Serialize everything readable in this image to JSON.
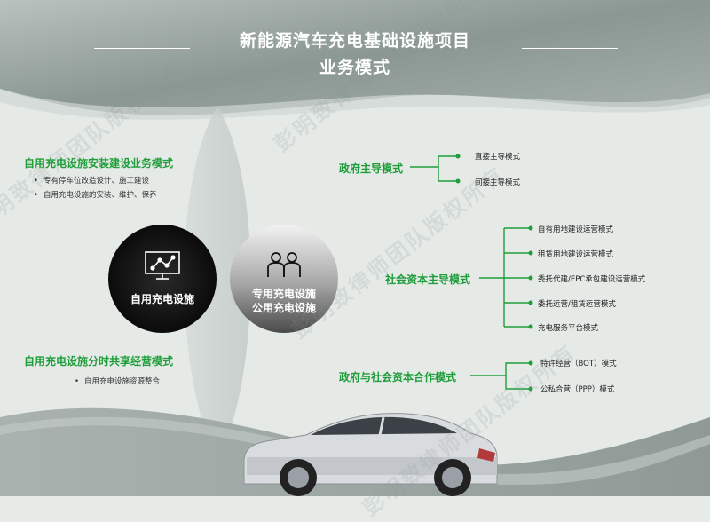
{
  "title": {
    "line1": "新能源汽车充电基础设施项目",
    "line2": "业务模式"
  },
  "watermark": "彭明致律师团队版权所有",
  "left": {
    "section1": {
      "title": "自用充电设施安装建设业务模式",
      "bullets": [
        "专有停车位改造设计、施工建设",
        "自用充电设施的安装、维护、保养"
      ]
    },
    "section2": {
      "title": "自用充电设施分时共享经营模式",
      "bullets": [
        "自用充电设施资源整合"
      ]
    }
  },
  "circles": {
    "private": {
      "label": "自用充电设施",
      "icon": "presentation-board-icon"
    },
    "public": {
      "label_line1": "专用充电设施",
      "label_line2": "公用充电设施",
      "icon": "people-icon"
    }
  },
  "right": {
    "gov": {
      "title": "政府主导模式",
      "items": [
        "直接主导模式",
        "间接主导模式"
      ]
    },
    "social": {
      "title": "社会资本主导模式",
      "items": [
        "自有用地建设运营模式",
        "租赁用地建设运营模式",
        "委托代建/EPC承包建设运营模式",
        "委托运营/租赁运营模式",
        "充电服务平台模式"
      ]
    },
    "ppp": {
      "title": "政府与社会资本合作模式",
      "items": [
        "特许经营（BOT）模式",
        "公私合营（PPP）模式"
      ]
    }
  },
  "colors": {
    "accent": "#1f9d3a",
    "header": "#8a9692",
    "dark_circle": "#111111"
  }
}
